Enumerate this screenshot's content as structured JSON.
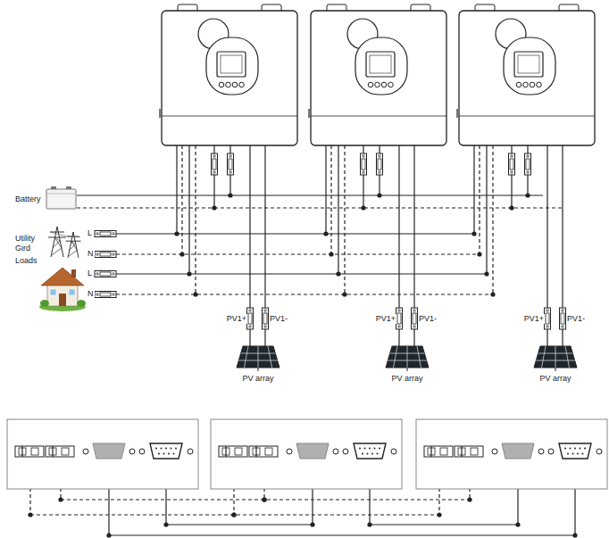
{
  "diagram": {
    "labels": [
      "Battery",
      "Utility Gird",
      "L",
      "N",
      "Loads",
      "L",
      "N",
      "PV1+",
      "PV1-",
      "PV array",
      "PV1+",
      "PV1-",
      "PV array",
      "PV1+",
      "PV1-",
      "PV array"
    ]
  }
}
